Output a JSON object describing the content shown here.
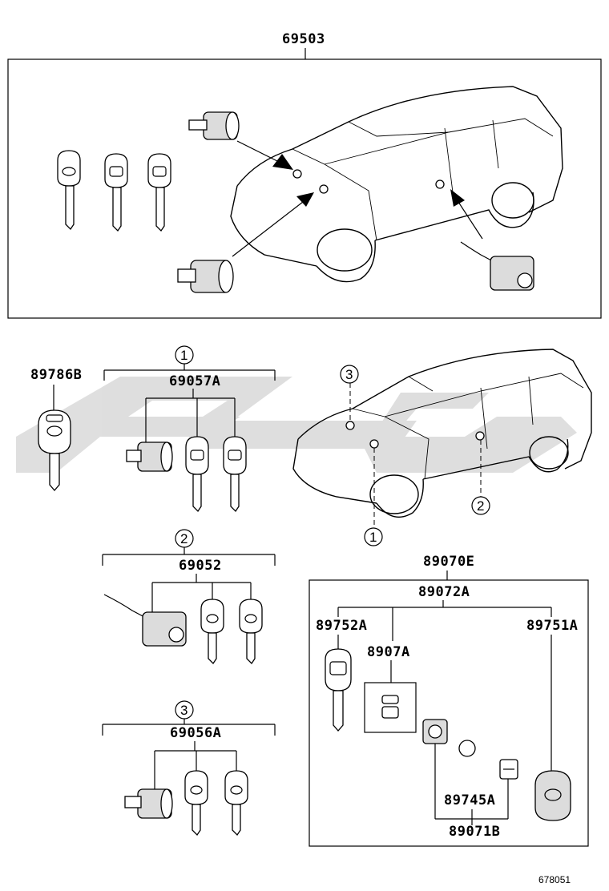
{
  "labels": {
    "main_assembly": "69503",
    "key_89786B": "89786B",
    "set1": "69057A",
    "set2": "69052",
    "set3": "69056A",
    "kit": "89070E",
    "sub_kit": "89072A",
    "key_89752A": "89752A",
    "part_8907A": "8907A",
    "key_89751A": "89751A",
    "part_89745A": "89745A",
    "part_89071B": "89071B",
    "diagram_number": "678051"
  },
  "callouts": {
    "c1": "1",
    "c2": "2",
    "c3": "3"
  },
  "watermark_text": "FLC",
  "colors": {
    "line": "#000000",
    "watermark": "#d9d9d9",
    "background": "#ffffff"
  }
}
